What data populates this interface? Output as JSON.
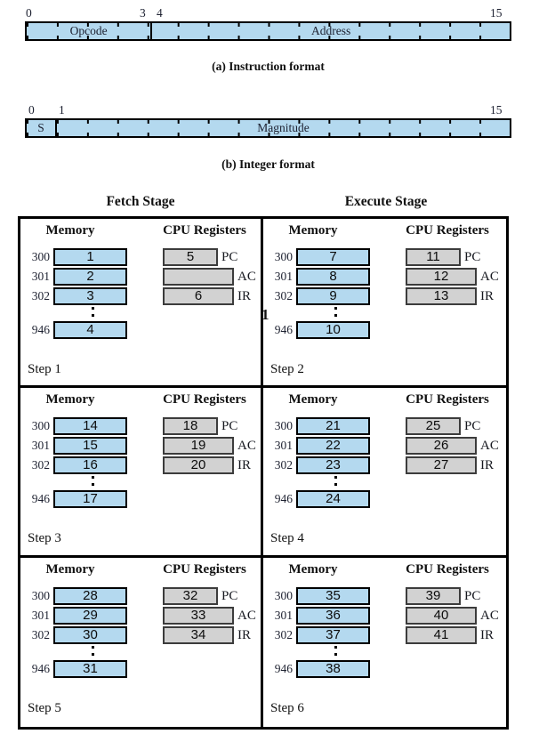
{
  "instruction_format": {
    "bits": [
      "0",
      "3",
      "4",
      "15"
    ],
    "fields": [
      {
        "label": "Opcode"
      },
      {
        "label": "Address"
      }
    ],
    "caption": "(a) Instruction format"
  },
  "integer_format": {
    "bits": [
      "0",
      "1",
      "15"
    ],
    "fields": [
      {
        "label": "S"
      },
      {
        "label": "Magnitude"
      }
    ],
    "caption": "(b) Integer format"
  },
  "stage_titles": {
    "fetch": "Fetch Stage",
    "execute": "Execute Stage"
  },
  "stray_mark": "1",
  "panels": [
    {
      "step": "Step 1",
      "memory_header": "Memory",
      "registers_header": "CPU Registers",
      "memory": [
        {
          "addr": "300",
          "value": "1"
        },
        {
          "addr": "301",
          "value": "2"
        },
        {
          "addr": "302",
          "value": "3"
        },
        {
          "addr": "946",
          "value": "4"
        }
      ],
      "registers": [
        {
          "name": "PC",
          "value": "5"
        },
        {
          "name": "AC",
          "value": ""
        },
        {
          "name": "IR",
          "value": "6"
        }
      ]
    },
    {
      "step": "Step 2",
      "memory_header": "Memory",
      "registers_header": "CPU Registers",
      "memory": [
        {
          "addr": "300",
          "value": "7"
        },
        {
          "addr": "301",
          "value": "8"
        },
        {
          "addr": "302",
          "value": "9"
        },
        {
          "addr": "946",
          "value": "10"
        }
      ],
      "registers": [
        {
          "name": "PC",
          "value": "11"
        },
        {
          "name": "AC",
          "value": "12"
        },
        {
          "name": "IR",
          "value": "13"
        }
      ]
    },
    {
      "step": "Step 3",
      "memory_header": "Memory",
      "registers_header": "CPU Registers",
      "memory": [
        {
          "addr": "300",
          "value": "14"
        },
        {
          "addr": "301",
          "value": "15"
        },
        {
          "addr": "302",
          "value": "16"
        },
        {
          "addr": "946",
          "value": "17"
        }
      ],
      "registers": [
        {
          "name": "PC",
          "value": "18"
        },
        {
          "name": "AC",
          "value": "19"
        },
        {
          "name": "IR",
          "value": "20"
        }
      ]
    },
    {
      "step": "Step 4",
      "memory_header": "Memory",
      "registers_header": "CPU Registers",
      "memory": [
        {
          "addr": "300",
          "value": "21"
        },
        {
          "addr": "301",
          "value": "22"
        },
        {
          "addr": "302",
          "value": "23"
        },
        {
          "addr": "946",
          "value": "24"
        }
      ],
      "registers": [
        {
          "name": "PC",
          "value": "25"
        },
        {
          "name": "AC",
          "value": "26"
        },
        {
          "name": "IR",
          "value": "27"
        }
      ]
    },
    {
      "step": "Step 5",
      "memory_header": "Memory",
      "registers_header": "CPU Registers",
      "memory": [
        {
          "addr": "300",
          "value": "28"
        },
        {
          "addr": "301",
          "value": "29"
        },
        {
          "addr": "302",
          "value": "30"
        },
        {
          "addr": "946",
          "value": "31"
        }
      ],
      "registers": [
        {
          "name": "PC",
          "value": "32"
        },
        {
          "name": "AC",
          "value": "33"
        },
        {
          "name": "IR",
          "value": "34"
        }
      ]
    },
    {
      "step": "Step 6",
      "memory_header": "Memory",
      "registers_header": "CPU Registers",
      "memory": [
        {
          "addr": "300",
          "value": "35"
        },
        {
          "addr": "301",
          "value": "36"
        },
        {
          "addr": "302",
          "value": "37"
        },
        {
          "addr": "946",
          "value": "38"
        }
      ],
      "registers": [
        {
          "name": "PC",
          "value": "39"
        },
        {
          "name": "AC",
          "value": "40"
        },
        {
          "name": "IR",
          "value": "41"
        }
      ]
    }
  ],
  "colors": {
    "memory_cell": "#b4d9ef",
    "register_cell": "#d2d2d2"
  }
}
